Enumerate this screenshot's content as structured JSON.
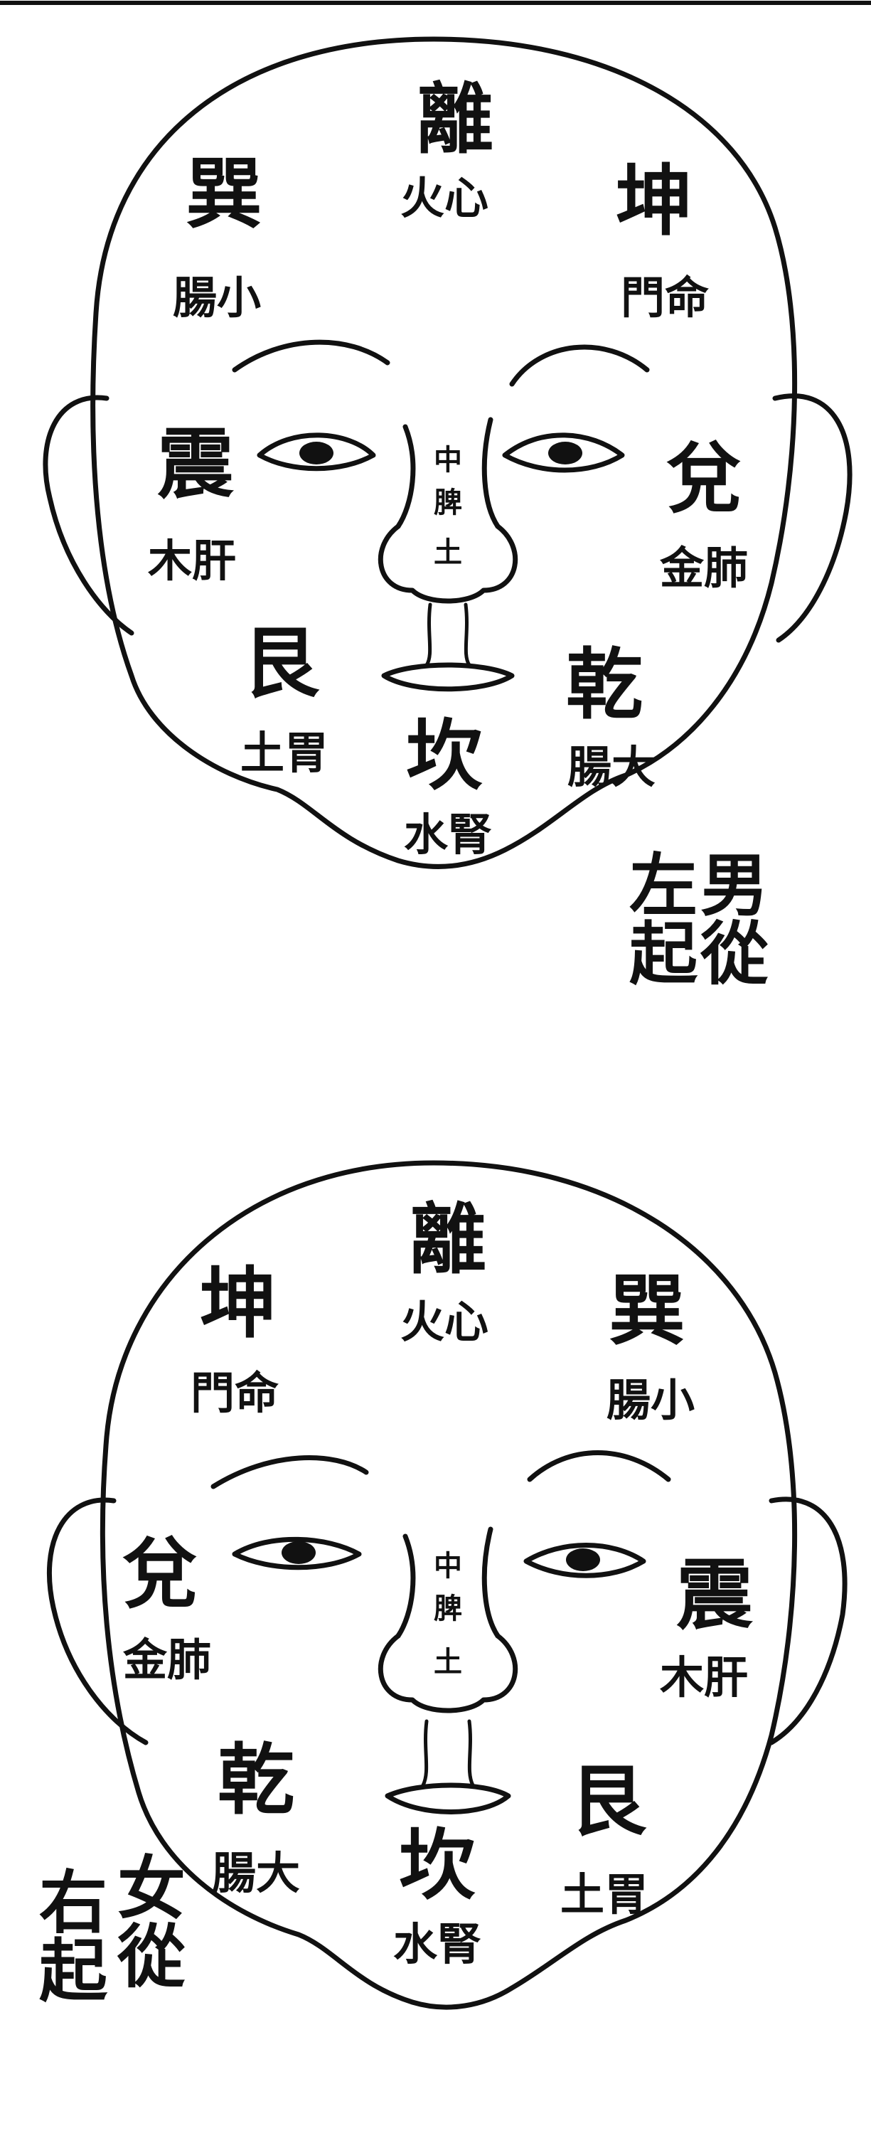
{
  "male": {
    "top": "離",
    "top_sub": "火心",
    "upper_left": "巽",
    "upper_left_sub": "腸小",
    "upper_right": "坤",
    "upper_right_sub": "門命",
    "mid_left": "震",
    "mid_left_sub": "木肝",
    "mid_right": "兌",
    "mid_right_sub": "金肺",
    "lower_left": "艮",
    "lower_left_sub": "土胃",
    "lower_right": "乾",
    "lower_right_sub": "腸大",
    "bottom": "坎",
    "bottom_sub": "水腎",
    "nose_top": "中",
    "nose_mid": "脾",
    "nose_tip": "土",
    "caption_col1": "左起",
    "caption_col2": "男從"
  },
  "female": {
    "top": "離",
    "top_sub": "火心",
    "upper_left": "坤",
    "upper_left_sub": "門命",
    "upper_right": "巽",
    "upper_right_sub": "腸小",
    "mid_left": "兌",
    "mid_left_sub": "金肺",
    "mid_right": "震",
    "mid_right_sub": "木肝",
    "lower_left": "乾",
    "lower_left_sub": "腸大",
    "lower_right": "艮",
    "lower_right_sub": "土胃",
    "bottom": "坎",
    "bottom_sub": "水腎",
    "nose_top": "中",
    "nose_mid": "脾",
    "nose_tip": "土",
    "caption_col1": "右起",
    "caption_col2": "女從"
  }
}
